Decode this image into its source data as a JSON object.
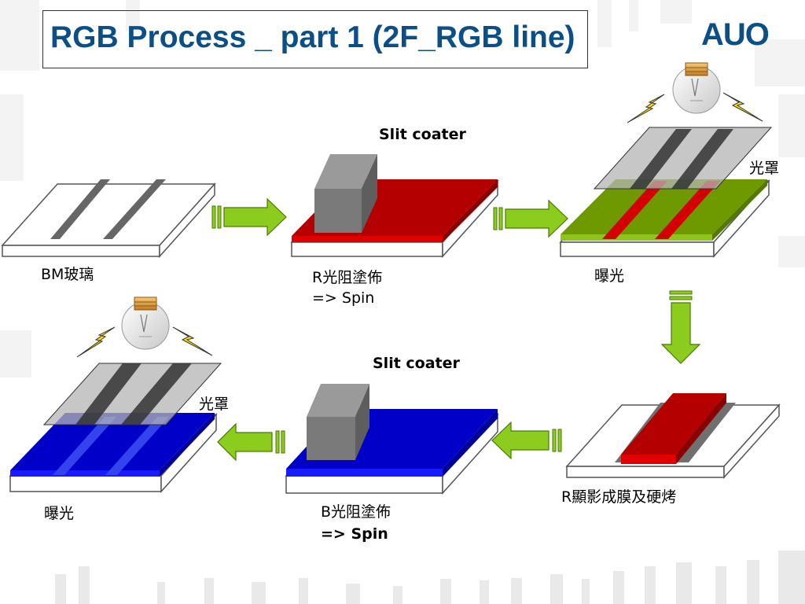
{
  "title": "RGB Process _ part 1 (2F_RGB line)",
  "logo_text": "AUO",
  "labels": {
    "bm_glass": "BM玻璃",
    "slit_coater_1": "Slit coater",
    "r_coating": "R光阻塗佈",
    "r_spin": "=> Spin",
    "mask_1": "光罩",
    "exposure_1": "曝光",
    "r_develop": "R顯影成膜及硬烤",
    "slit_coater_2": "Slit coater",
    "b_coating": "B光阻塗佈",
    "b_spin": "=> Spin",
    "mask_2": "光罩",
    "exposure_2": "曝光"
  },
  "colors": {
    "title": "#0b4f86",
    "red_resist": "#b40000",
    "green_layer": "#7aa600",
    "blue_resist": "#0000c8",
    "arrow_green": "#8ccc1e",
    "coater_gray": "#7a7a7a"
  }
}
